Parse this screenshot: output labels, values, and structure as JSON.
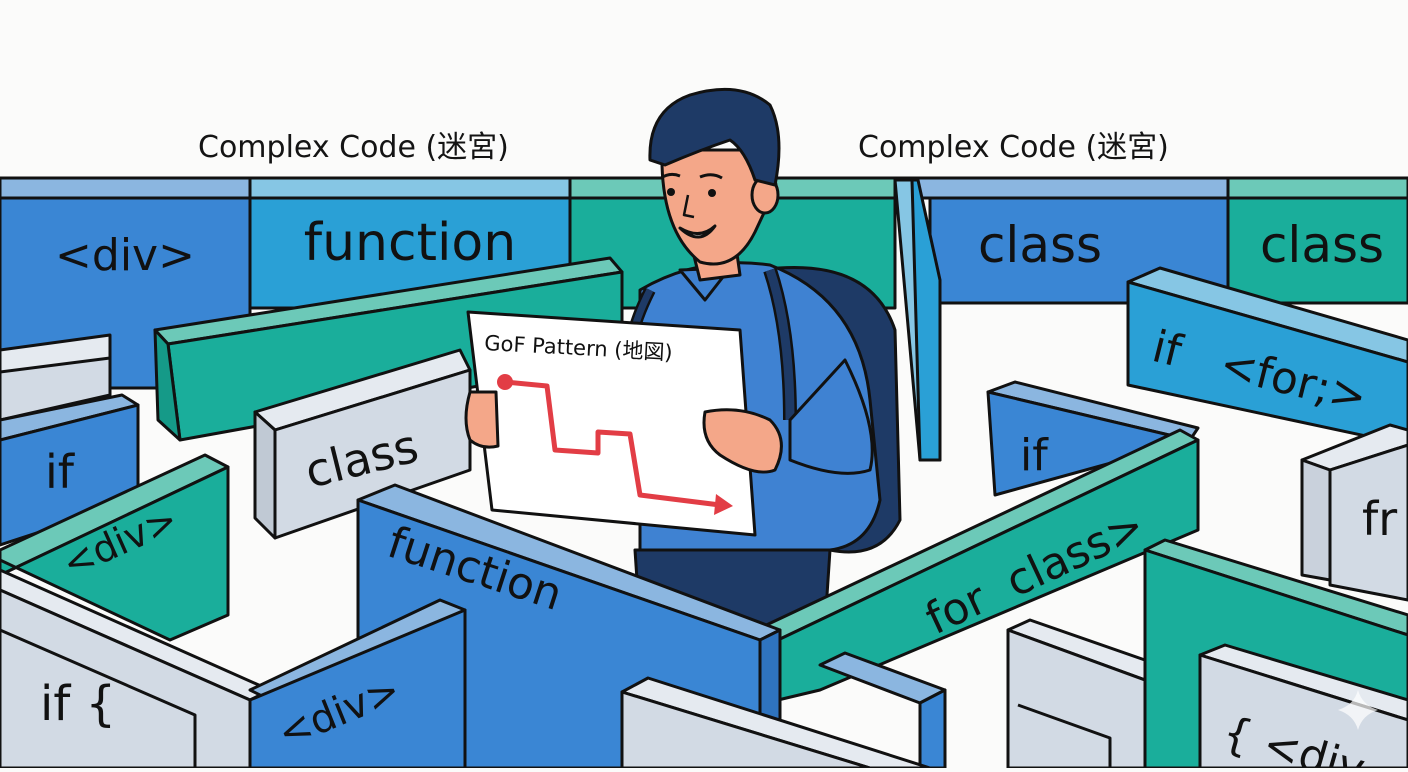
{
  "scene": {
    "title": "Developer navigating a code maze with a GoF Pattern map",
    "background": "#fbfbfa"
  },
  "captions": {
    "left": "Complex Code (迷宮)",
    "right": "Complex Code (迷宮)"
  },
  "map": {
    "title": "GoF Pattern (地図)",
    "route_color": "#e23d45"
  },
  "walls": {
    "back_div": "<div>",
    "back_function": "function",
    "back_class_blue": "class",
    "back_class_teal": "class",
    "right_if_for": "if   <for;>",
    "left_if": "if",
    "left_div_teal": "<div>",
    "mid_class": "class",
    "front_function": "function",
    "mid_if": "if",
    "front_for_class": "for  class>",
    "right_fr": "fr",
    "front_if_brace": "if {",
    "front_div": "<div>",
    "front_right_brace_div": "{ <div"
  },
  "colors": {
    "blue": "#3a86d4",
    "blue_top": "#8bb6e0",
    "sky": "#2aa0d6",
    "sky_top": "#86c6e4",
    "teal": "#1aae9b",
    "teal_top": "#6cc9b8",
    "gray": "#d2dae4",
    "gray_top": "#e5eaf0",
    "hair": "#1e3d6b",
    "shirt": "#3f82d2",
    "pants": "#1e3a66",
    "skin": "#f4a789",
    "outline": "#111111"
  }
}
